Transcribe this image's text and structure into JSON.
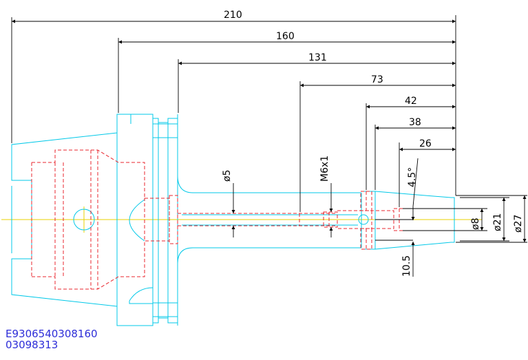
{
  "colors": {
    "outline": "#00c8e8",
    "hidden": "#e8242c",
    "centerline": "#e8d000",
    "dimension": "#000000",
    "part_code": "#2d2dd8"
  },
  "dimensions": {
    "total_length": "210",
    "flange_to_end": "160",
    "neck_to_end": "131",
    "thread_to_end": "73",
    "groove_to_end": "42",
    "shoulder_to_end": "38",
    "nose_to_end": "26",
    "hole_dia": "ø5",
    "thread": "M6x1",
    "taper_angle": "4.5°",
    "bore_dia": "ø8",
    "nose_dia": "ø21",
    "body_dia": "ø27",
    "nose_offset": "10.5"
  },
  "part_code": {
    "line1": "E9306540308160",
    "line2": "03098313"
  }
}
